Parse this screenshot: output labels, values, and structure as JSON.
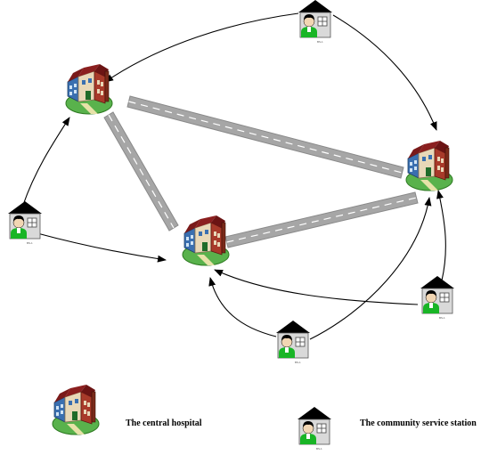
{
  "legend": {
    "hospital_label": "The central hospital",
    "station_label": "The community service station"
  },
  "colors": {
    "road": "#a6a6a6",
    "road_edge": "#8a8a8a",
    "road_dash": "#ffffff",
    "arrow": "#000000",
    "station_roof": "#000000",
    "station_wall": "#d9d9d9",
    "person_green": "#19b526",
    "hospital_roof": "#8b1f1f",
    "hospital_wall_blue": "#3a6fb0",
    "hospital_ground": "#59b24c"
  },
  "icons": {
    "hospital": "hospital-building-icon",
    "station": "community-station-icon"
  },
  "nodes": {
    "hospitals": [
      {
        "id": "hospital-top-left"
      },
      {
        "id": "hospital-right"
      },
      {
        "id": "hospital-center"
      }
    ],
    "stations": [
      {
        "id": "station-top"
      },
      {
        "id": "station-left"
      },
      {
        "id": "station-bottom-right"
      },
      {
        "id": "station-bottom-center"
      }
    ]
  },
  "roads": [
    {
      "from": "hospital-top-left",
      "to": "hospital-right"
    },
    {
      "from": "hospital-top-left",
      "to": "hospital-center"
    },
    {
      "from": "hospital-center",
      "to": "hospital-right"
    }
  ],
  "links": [
    {
      "from": "station-top",
      "to": "hospital-top-left"
    },
    {
      "from": "station-top",
      "to": "hospital-right"
    },
    {
      "from": "station-left",
      "to": "hospital-top-left"
    },
    {
      "from": "station-left",
      "to": "hospital-center"
    },
    {
      "from": "station-bottom-right",
      "to": "hospital-center"
    },
    {
      "from": "station-bottom-right",
      "to": "hospital-right"
    },
    {
      "from": "station-bottom-center",
      "to": "hospital-center"
    },
    {
      "from": "station-bottom-center",
      "to": "hospital-right"
    }
  ]
}
